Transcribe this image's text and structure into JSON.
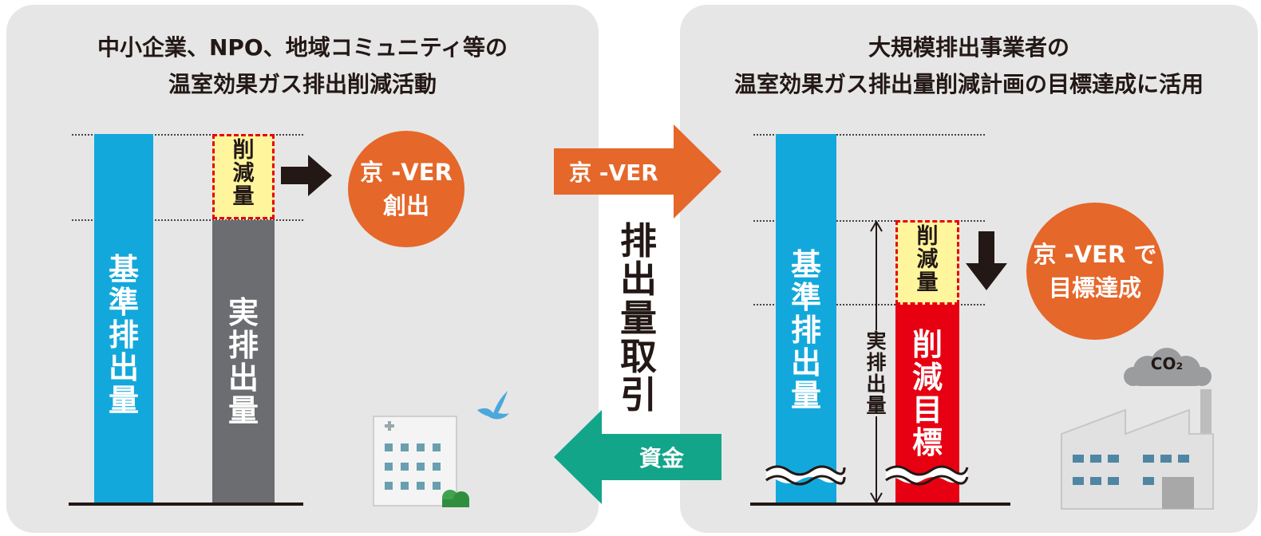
{
  "left_panel": {
    "title_line1": "中小企業、NPO、地域コミュニティ等の",
    "title_line2": "温室効果ガス排出削減活動",
    "baseline_bar_label": "基準排出量",
    "actual_bar_label": "実排出量",
    "reduction_label": "削減量",
    "circle_line1": "京 -VER",
    "circle_line2": "創出"
  },
  "center": {
    "top_arrow_label": "京 -VER",
    "trade_label": "排出量取引",
    "bottom_arrow_label": "資金"
  },
  "right_panel": {
    "title_line1": "大規模排出事業者の",
    "title_line2": "温室効果ガス排出量削減計画の目標達成に活用",
    "baseline_bar_label": "基準排出量",
    "actual_label": "実排出量",
    "reduction_label": "削減量",
    "target_bar_label": "削減目標",
    "circle_line1": "京 -VER で",
    "circle_line2": "目標達成",
    "cloud_label": "CO₂"
  },
  "colors": {
    "panel_bg": "#e6e6e6",
    "blue_bar": "#13a8dc",
    "gray_bar": "#6b6d70",
    "red_bar": "#e60012",
    "yellow_box": "#fff59d",
    "orange": "#e5672a",
    "teal": "#13a58a",
    "text_dark": "#231815"
  }
}
